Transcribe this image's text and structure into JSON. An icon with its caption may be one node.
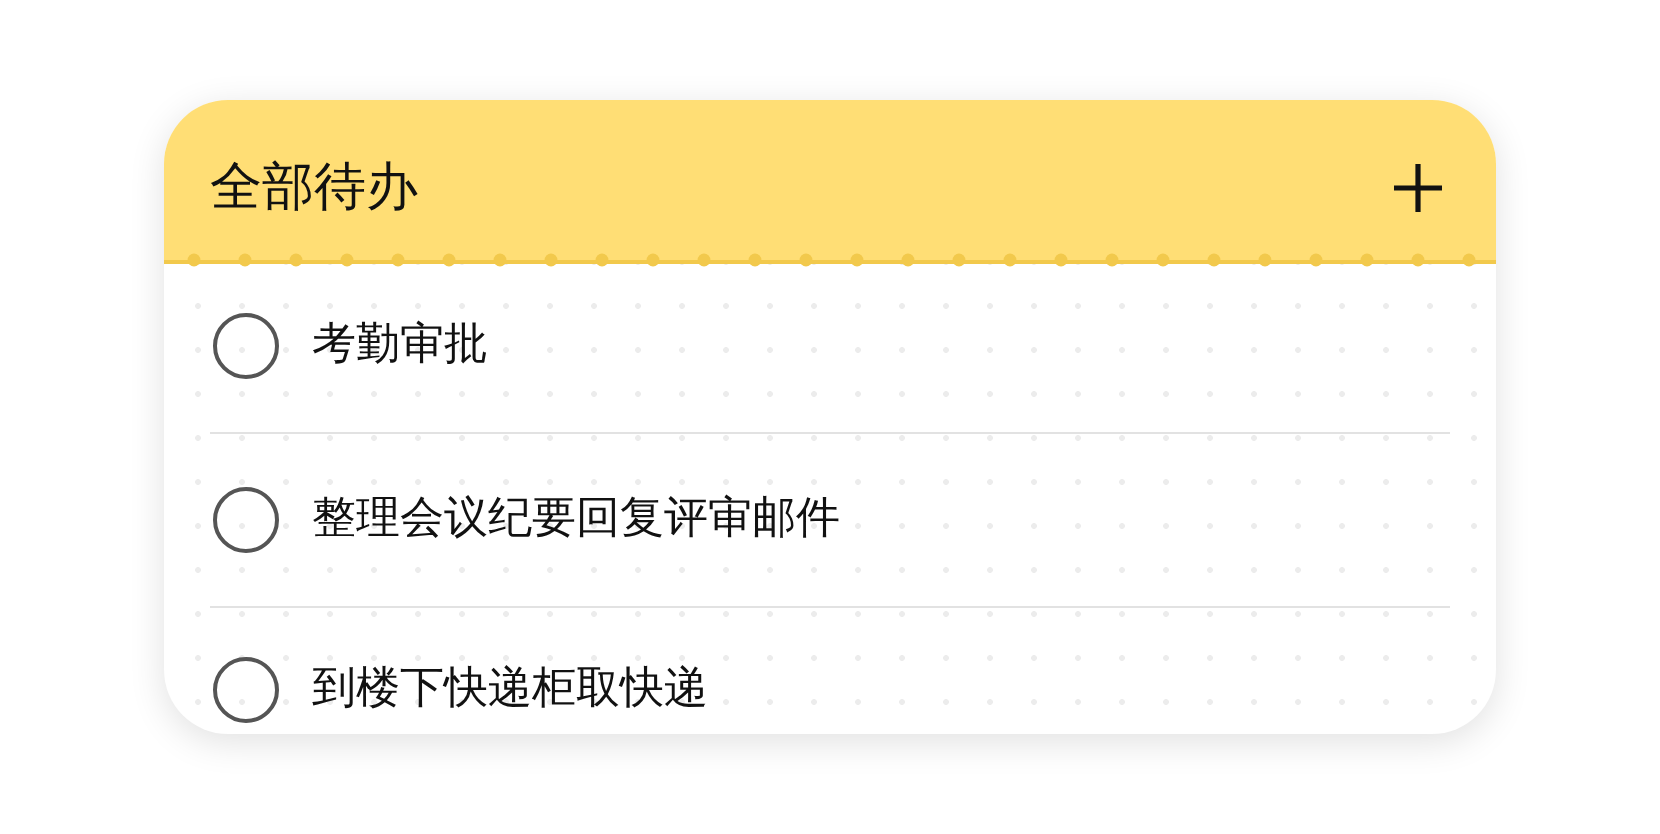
{
  "diagram": {
    "title": "全部待办",
    "labels": [
      "考勤审批",
      "整理会议纪要回复评审邮件",
      "到楼下快递柜取快递"
    ]
  }
}
